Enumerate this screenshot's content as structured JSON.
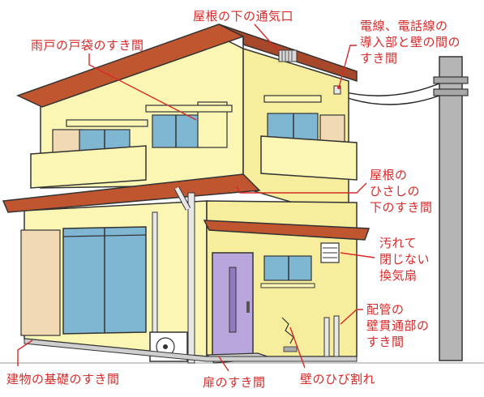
{
  "labels": {
    "roof_vent": "屋根の下の通気口",
    "shutter_box": "雨戸の戸袋のすき間",
    "wire_entry": "電線、電話線の\n導入部と壁の間の\nすき間",
    "eaves_gap": "屋根の\nひさしの\n下のすき間",
    "vent_fan": "汚れて\n閉じない\n換気扇",
    "pipe_entry": "配管の\n壁貫通部の\nすき間",
    "foundation_gap": "建物の基礎のすき間",
    "door_gap": "扉のすき間",
    "wall_crack": "壁のひび割れ"
  },
  "colors": {
    "label_red": "#d72a2a",
    "wall": "#fbf6b4",
    "roof": "#b8502f",
    "door": "#b8a6dc",
    "shutter": "#f0d9b3",
    "window_glass": "#6aa9c9",
    "pole": "#b3b3b3",
    "foundation": "#cfcfcf"
  }
}
